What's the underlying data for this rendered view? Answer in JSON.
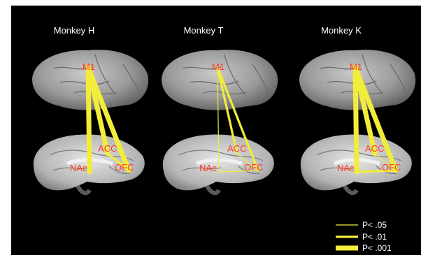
{
  "panels": [
    {
      "title": "Monkey H",
      "labels": {
        "m1": "M1",
        "acc": "ACC",
        "nac": "NAc",
        "ofc": "OFC"
      },
      "connections": [
        {
          "from": "m1",
          "to": "nac",
          "level": 3
        },
        {
          "from": "m1",
          "to": "acc",
          "level": 3
        },
        {
          "from": "m1",
          "to": "ofc",
          "level": 3
        },
        {
          "from": "acc",
          "to": "ofc",
          "level": 2
        }
      ]
    },
    {
      "title": "Monkey T",
      "labels": {
        "m1": "M1",
        "acc": "ACC",
        "nac": "NAc",
        "ofc": "OFC"
      },
      "connections": [
        {
          "from": "m1",
          "to": "nac",
          "level": 1
        },
        {
          "from": "m1",
          "to": "acc",
          "level": 2
        },
        {
          "from": "m1",
          "to": "ofc",
          "level": 2
        },
        {
          "from": "acc",
          "to": "ofc",
          "level": 1
        },
        {
          "from": "nac",
          "to": "ofc",
          "level": 1
        }
      ]
    },
    {
      "title": "Monkey K",
      "labels": {
        "m1": "M1",
        "acc": "ACC",
        "nac": "NAc",
        "ofc": "OFC"
      },
      "connections": [
        {
          "from": "m1",
          "to": "nac",
          "level": 3
        },
        {
          "from": "m1",
          "to": "acc",
          "level": 3
        },
        {
          "from": "m1",
          "to": "ofc",
          "level": 3
        },
        {
          "from": "nac",
          "to": "ofc",
          "level": 2
        },
        {
          "from": "acc",
          "to": "ofc",
          "level": 1
        }
      ]
    }
  ],
  "legend": [
    {
      "label": "P< .05",
      "level": 1
    },
    {
      "label": "P< .01",
      "level": 2
    },
    {
      "label": "P< .001",
      "level": 3
    }
  ],
  "colors": {
    "connection": "#f2ec3a",
    "region_label": "#ff3b1f",
    "background": "#000000"
  }
}
